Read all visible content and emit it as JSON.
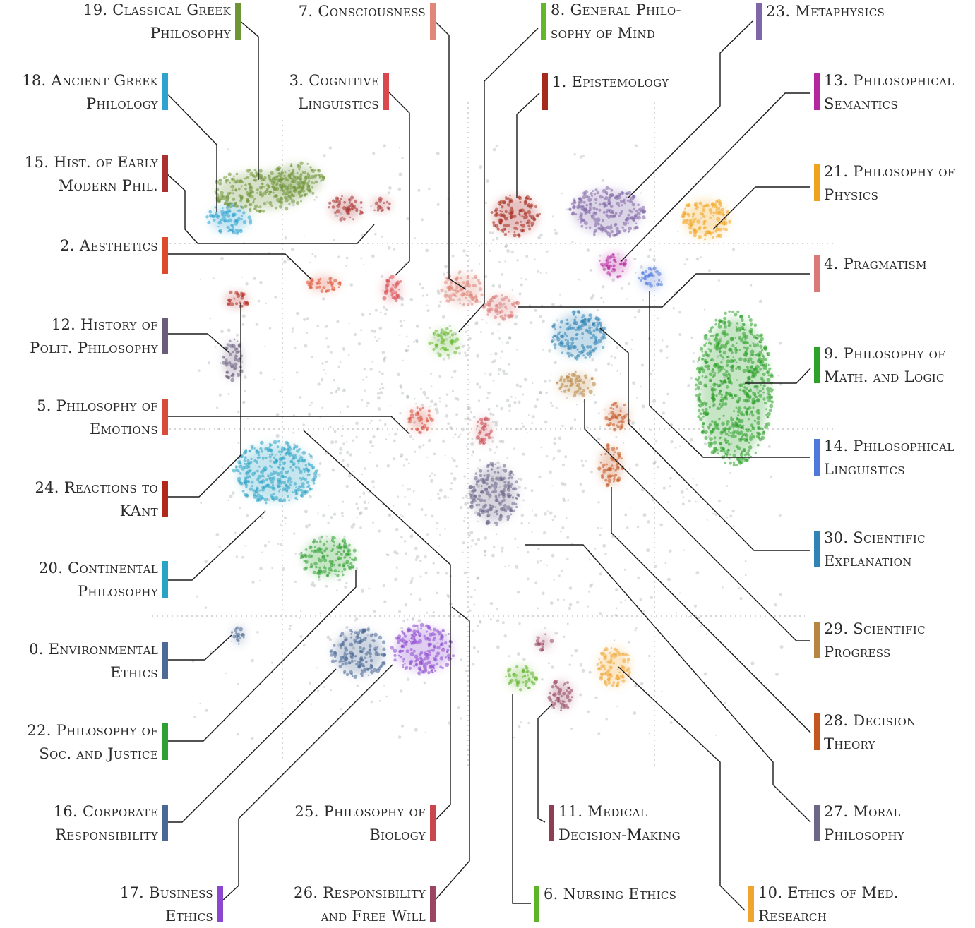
{
  "topics": [
    {
      "id": 0,
      "lines": [
        "0. Environmental",
        "Ethics"
      ],
      "color": "#4e6b96"
    },
    {
      "id": 1,
      "lines": [
        "1. Epistemology"
      ],
      "color": "#a5291c"
    },
    {
      "id": 2,
      "lines": [
        "2. Aesthetics"
      ],
      "color": "#de4a2c"
    },
    {
      "id": 3,
      "lines": [
        "3. Cognitive",
        "Linguistics"
      ],
      "color": "#d9474f"
    },
    {
      "id": 4,
      "lines": [
        "4. Pragmatism"
      ],
      "color": "#d97a78"
    },
    {
      "id": 5,
      "lines": [
        "5. Philosophy of",
        "Emotions"
      ],
      "color": "#d94c3c"
    },
    {
      "id": 6,
      "lines": [
        "6. Nursing Ethics"
      ],
      "color": "#5fb328"
    },
    {
      "id": 7,
      "lines": [
        "7. Consciousness"
      ],
      "color": "#e0877a"
    },
    {
      "id": 8,
      "lines": [
        "8. General Philo-",
        "sophy of Mind"
      ],
      "color": "#63b82a"
    },
    {
      "id": 9,
      "lines": [
        "9. Philosophy of",
        "Math. and Logic"
      ],
      "color": "#2ea12a"
    },
    {
      "id": 10,
      "lines": [
        "10. Ethics of Med.",
        "Research"
      ],
      "color": "#f0a531"
    },
    {
      "id": 11,
      "lines": [
        "11. Medical",
        "Decision-Making"
      ],
      "color": "#8f3c55"
    },
    {
      "id": 12,
      "lines": [
        "12. History of",
        "Polit. Philosophy"
      ],
      "color": "#6a5d7c"
    },
    {
      "id": 13,
      "lines": [
        "13. Philosophical",
        "Semantics"
      ],
      "color": "#b5279e"
    },
    {
      "id": 14,
      "lines": [
        "14. Philosophical",
        "Linguistics"
      ],
      "color": "#4f78db"
    },
    {
      "id": 15,
      "lines": [
        "15. Hist. of Early",
        "Modern Phil."
      ],
      "color": "#a83232"
    },
    {
      "id": 16,
      "lines": [
        "16. Corporate",
        "Responsibility"
      ],
      "color": "#4b6795"
    },
    {
      "id": 17,
      "lines": [
        "17. Business",
        "Ethics"
      ],
      "color": "#8c47cf"
    },
    {
      "id": 18,
      "lines": [
        "18. Ancient Greek",
        "Philology"
      ],
      "color": "#2fa2d0"
    },
    {
      "id": 19,
      "lines": [
        "19. Classical Greek",
        "Philosophy"
      ],
      "color": "#6f9436"
    },
    {
      "id": 20,
      "lines": [
        "20. Continental",
        "Philosophy"
      ],
      "color": "#2aa3c4"
    },
    {
      "id": 21,
      "lines": [
        "21. Philosophy of",
        "Physics"
      ],
      "color": "#f0a41d"
    },
    {
      "id": 22,
      "lines": [
        "22. Philosophy of",
        "Soc. and Justice"
      ],
      "color": "#2fa132"
    },
    {
      "id": 23,
      "lines": [
        "23. Metaphysics"
      ],
      "color": "#7f66a6"
    },
    {
      "id": 24,
      "lines": [
        "24. Reactions to",
        "KAnt"
      ],
      "color": "#b3281c"
    },
    {
      "id": 25,
      "lines": [
        "25. Philosophy of",
        "Biology"
      ],
      "color": "#c9464d"
    },
    {
      "id": 26,
      "lines": [
        "26. Responsibility",
        "and Free Will"
      ],
      "color": "#9b4562"
    },
    {
      "id": 27,
      "lines": [
        "27. Moral",
        "Philosophy"
      ],
      "color": "#6c6689"
    },
    {
      "id": 28,
      "lines": [
        "28. Decision",
        "Theory"
      ],
      "color": "#c4561f"
    },
    {
      "id": 29,
      "lines": [
        "29. Scientific",
        "Progress"
      ],
      "color": "#b88540"
    },
    {
      "id": 30,
      "lines": [
        "30. Scientific",
        "Explanation"
      ],
      "color": "#2f83b5"
    }
  ]
}
